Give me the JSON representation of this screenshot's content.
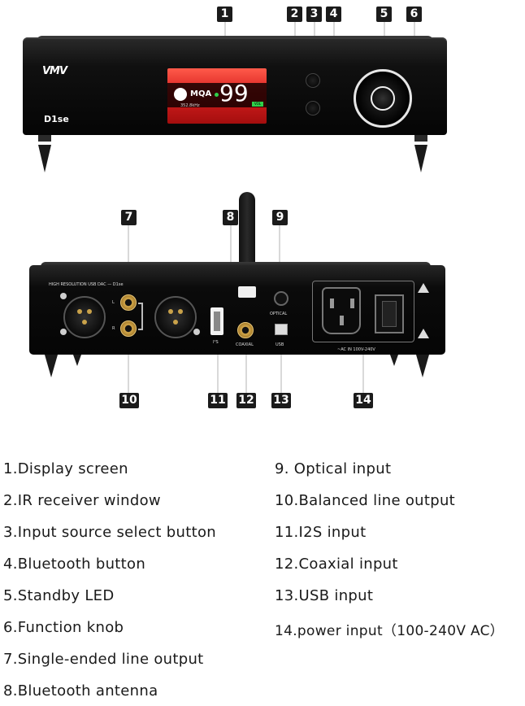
{
  "device": {
    "brand": "VMV",
    "model": "D1se",
    "rear_brand_text": "HIGH RESOLUTION USB DAC — D1se",
    "display": {
      "format": "MQA",
      "volume": "99",
      "sample_rate": "352.8kHz",
      "volume_tag": "VOL"
    },
    "rear_labels": {
      "optical": "OPTICAL",
      "coaxial": "COAXIAL",
      "usb": "USB",
      "i2s": "I²S",
      "ac_in": "~AC IN 100V-240V",
      "left": "L",
      "right": "R"
    }
  },
  "callouts": [
    "1",
    "2",
    "3",
    "4",
    "5",
    "6",
    "7",
    "8",
    "9",
    "10",
    "11",
    "12",
    "13",
    "14"
  ],
  "legend": {
    "left": [
      "1.Display screen",
      "2.IR receiver window",
      "3.Input source select button",
      "4.Bluetooth button",
      "5.Standby LED",
      "6.Function knob",
      "7.Single-ended line output",
      "8.Bluetooth antenna"
    ],
    "right": [
      "9.  Optical input",
      "10.Balanced line output",
      "11.I2S input",
      "12.Coaxial input",
      "13.USB input",
      "14.power input（100-240V AC）"
    ]
  }
}
